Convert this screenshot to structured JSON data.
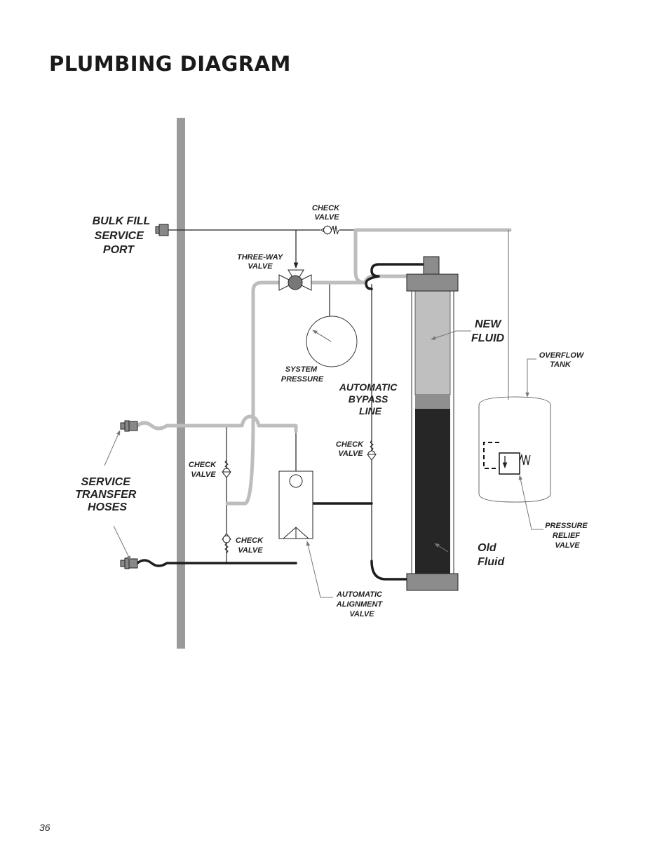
{
  "page": {
    "title": "PLUMBING DIAGRAM",
    "page_number": "36"
  },
  "labels": {
    "bulk_fill": [
      "BULK FILL",
      "SERVICE",
      "PORT"
    ],
    "check_valve_top": [
      "CHECK",
      "VALVE"
    ],
    "three_way_valve": [
      "THREE-WAY",
      "VALVE"
    ],
    "system_pressure": [
      "SYSTEM",
      "PRESSURE"
    ],
    "automatic_bypass_line": [
      "AUTOMATIC",
      "BYPASS",
      "LINE"
    ],
    "check_valve_bypass": [
      "CHECK",
      "VALVE"
    ],
    "check_valve_left_upper": [
      "CHECK",
      "VALVE"
    ],
    "check_valve_left_lower": [
      "CHECK",
      "VALVE"
    ],
    "service_transfer_hoses": [
      "SERVICE",
      "TRANSFER",
      "HOSES"
    ],
    "automatic_alignment_valve": [
      "AUTOMATIC",
      "ALIGNMENT",
      "VALVE"
    ],
    "new_fluid": [
      "NEW",
      "FLUID"
    ],
    "old_fluid": [
      "Old",
      "Fluid"
    ],
    "overflow_tank": [
      "OVERFLOW",
      "TANK"
    ],
    "pressure_relief_valve": [
      "PRESSURE",
      "RELIEF",
      "VALVE"
    ]
  },
  "colors": {
    "light_pipe": "#bdbdbd",
    "dark_pipe": "#1e1e1e",
    "frame_post": "#9a9a9a",
    "new_fluid": "#bfbfbf",
    "old_fluid": "#262626",
    "cylinder_cap": "#8c8c8c"
  }
}
